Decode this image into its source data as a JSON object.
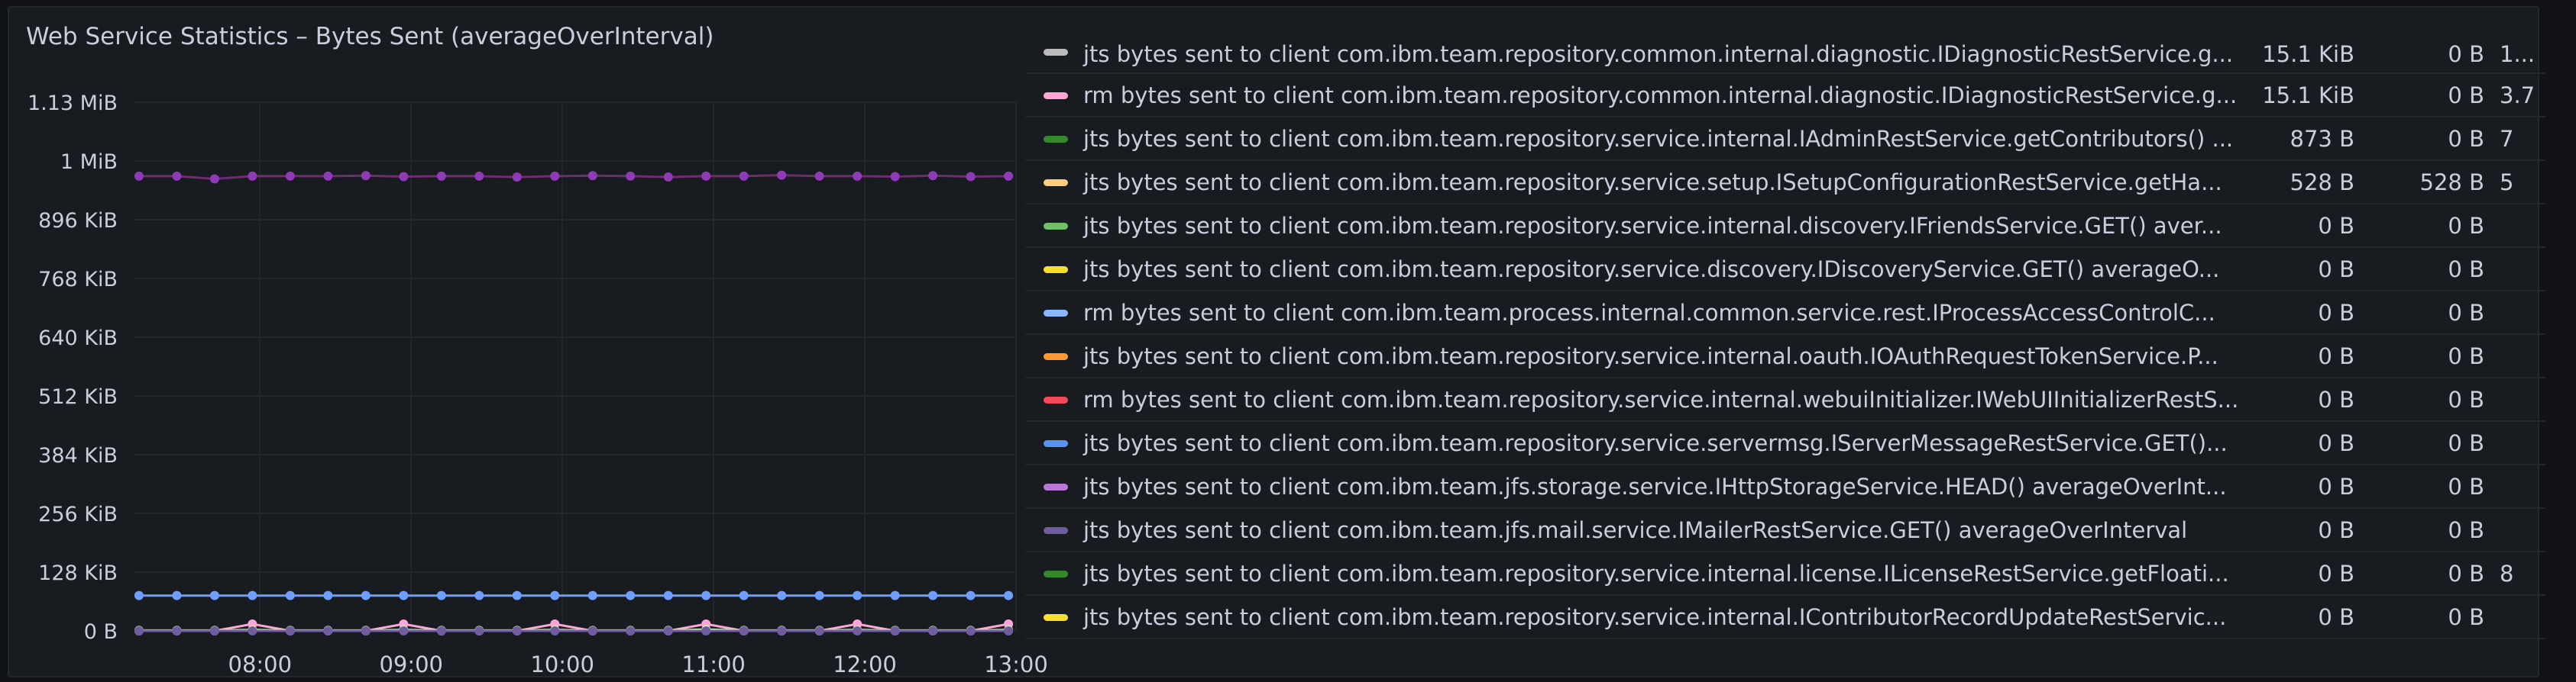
{
  "panel": {
    "title": "Web Service Statistics – Bytes Sent (averageOverInterval)"
  },
  "colors": {
    "background": "#111217",
    "panel": "#181b1f",
    "grid": "#24262c",
    "text": "#ccccdc"
  },
  "chart_data": {
    "type": "line",
    "title": "",
    "xlabel": "",
    "ylabel": "",
    "y_ticks": [
      "1.13 MiB",
      "1 MiB",
      "896 KiB",
      "768 KiB",
      "640 KiB",
      "512 KiB",
      "384 KiB",
      "256 KiB",
      "128 KiB",
      "0 B"
    ],
    "y_tick_values": [
      1152,
      1024,
      896,
      768,
      640,
      512,
      384,
      256,
      128,
      0
    ],
    "ylim": [
      0,
      1152
    ],
    "x_ticks": [
      "08:00",
      "09:00",
      "10:00",
      "11:00",
      "12:00",
      "13:00"
    ],
    "x_tick_positions": [
      8,
      9,
      10,
      11,
      12,
      13
    ],
    "xlim": [
      7.17,
      13.0
    ],
    "grid": true,
    "series": [
      {
        "name": "jts bytes sent to client com.ibm.team.repository.common.internal.diagnostic.IDiagnosticRestService",
        "color": "#8f3bb8",
        "line_color": "#702c6e",
        "x": [
          7.2,
          7.45,
          7.7,
          7.95,
          8.2,
          8.45,
          8.7,
          8.95,
          9.2,
          9.45,
          9.7,
          9.95,
          10.2,
          10.45,
          10.7,
          10.95,
          11.2,
          11.45,
          11.7,
          11.95,
          12.2,
          12.45,
          12.7,
          12.95
        ],
        "values": [
          991,
          991,
          985,
          991,
          991,
          991,
          992,
          990,
          991,
          991,
          989,
          991,
          992,
          991,
          989,
          991,
          991,
          993,
          991,
          991,
          990,
          992,
          990,
          991
        ]
      },
      {
        "name": "jts bytes sent to client com.ibm.team.jfs.storage.service.IHttpStorageService",
        "color": "#6e9fff",
        "x": [
          7.2,
          7.45,
          7.7,
          7.95,
          8.2,
          8.45,
          8.7,
          8.95,
          9.2,
          9.45,
          9.7,
          9.95,
          10.2,
          10.45,
          10.7,
          10.95,
          11.2,
          11.45,
          11.7,
          11.95,
          12.2,
          12.45,
          12.7,
          12.95
        ],
        "values": [
          77,
          77,
          77,
          77,
          77,
          77,
          77,
          77,
          77,
          77,
          77,
          77,
          77,
          77,
          77,
          77,
          77,
          77,
          77,
          77,
          77,
          77,
          77,
          77
        ]
      },
      {
        "name": "rm bytes sent to client com.ibm.team.repository.common.internal.diagnostic.IDiagnosticRestService",
        "color": "#ffa6d6",
        "x": [
          7.2,
          7.45,
          7.7,
          7.95,
          8.2,
          8.45,
          8.7,
          8.95,
          9.2,
          9.45,
          9.7,
          9.95,
          10.2,
          10.45,
          10.7,
          10.95,
          11.2,
          11.45,
          11.7,
          11.95,
          12.2,
          12.45,
          12.7,
          12.95
        ],
        "values": [
          0,
          0,
          0,
          15,
          0,
          0,
          0,
          15,
          0,
          0,
          0,
          15,
          0,
          0,
          0,
          15,
          0,
          0,
          0,
          15,
          0,
          0,
          0,
          15
        ]
      },
      {
        "name": "jts bytes sent to client com.ibm.team.repository.service.setup.ISetupConfigurationRestService",
        "color": "#c8f2c2",
        "x": [
          7.2,
          7.45,
          7.7,
          7.95,
          8.2,
          8.45,
          8.7,
          8.95,
          9.2,
          9.45,
          9.7,
          9.95,
          10.2,
          10.45,
          10.7,
          10.95,
          11.2,
          11.45,
          11.7,
          11.95,
          12.2,
          12.45,
          12.7,
          12.95
        ],
        "values": [
          1,
          1,
          1,
          2,
          1,
          1,
          1,
          2,
          1,
          1,
          1,
          2,
          1,
          1,
          1,
          3,
          1,
          1,
          1,
          2,
          1,
          1,
          1,
          2
        ]
      },
      {
        "name": "jts bytes sent to client com.ibm.team.jfs.mail.service.IMailerRestService",
        "color": "#705da0",
        "x": [
          7.2,
          7.45,
          7.7,
          7.95,
          8.2,
          8.45,
          8.7,
          8.95,
          9.2,
          9.45,
          9.7,
          9.95,
          10.2,
          10.45,
          10.7,
          10.95,
          11.2,
          11.45,
          11.7,
          11.95,
          12.2,
          12.45,
          12.7,
          12.95
        ],
        "values": [
          0,
          0,
          0,
          0,
          0,
          0,
          0,
          0,
          0,
          0,
          0,
          0,
          0,
          0,
          0,
          0,
          0,
          0,
          0,
          0,
          0,
          0,
          0,
          0
        ]
      }
    ]
  },
  "legend": {
    "rows": [
      {
        "color": "#bbbbbb",
        "name": "jts bytes sent to client com.ibm.team.repository.common.internal.diagnostic.IDiagnosticRestService.g...",
        "v1": "15.1 KiB",
        "v2": "0 B",
        "v3": "1..."
      },
      {
        "color": "#ffa6d6",
        "name": "rm bytes sent to client com.ibm.team.repository.common.internal.diagnostic.IDiagnosticRestService.g...",
        "v1": "15.1 KiB",
        "v2": "0 B",
        "v3": "3.7"
      },
      {
        "color": "#37872d",
        "name": "jts bytes sent to client com.ibm.team.repository.service.internal.IAdminRestService.getContributors() ...",
        "v1": "873 B",
        "v2": "0 B",
        "v3": "7"
      },
      {
        "color": "#ffcb7d",
        "name": "jts bytes sent to client com.ibm.team.repository.service.setup.ISetupConfigurationRestService.getHa...",
        "v1": "528 B",
        "v2": "528 B",
        "v3": "5"
      },
      {
        "color": "#73bf69",
        "name": "jts bytes sent to client com.ibm.team.repository.service.internal.discovery.IFriendsService.GET() aver...",
        "v1": "0 B",
        "v2": "0 B",
        "v3": ""
      },
      {
        "color": "#fade2a",
        "name": "jts bytes sent to client com.ibm.team.repository.service.discovery.IDiscoveryService.GET() averageO...",
        "v1": "0 B",
        "v2": "0 B",
        "v3": ""
      },
      {
        "color": "#8ab8ff",
        "name": "rm bytes sent to client com.ibm.team.process.internal.common.service.rest.IProcessAccessControlC...",
        "v1": "0 B",
        "v2": "0 B",
        "v3": ""
      },
      {
        "color": "#ff9830",
        "name": "jts bytes sent to client com.ibm.team.repository.service.internal.oauth.IOAuthRequestTokenService.P...",
        "v1": "0 B",
        "v2": "0 B",
        "v3": ""
      },
      {
        "color": "#f2495c",
        "name": "rm bytes sent to client com.ibm.team.repository.service.internal.webuiInitializer.IWebUIInitializerRestS...",
        "v1": "0 B",
        "v2": "0 B",
        "v3": ""
      },
      {
        "color": "#5794f2",
        "name": "jts bytes sent to client com.ibm.team.repository.service.servermsg.IServerMessageRestService.GET()...",
        "v1": "0 B",
        "v2": "0 B",
        "v3": ""
      },
      {
        "color": "#b877d9",
        "name": "jts bytes sent to client com.ibm.team.jfs.storage.service.IHttpStorageService.HEAD() averageOverInt...",
        "v1": "0 B",
        "v2": "0 B",
        "v3": ""
      },
      {
        "color": "#705da0",
        "name": "jts bytes sent to client com.ibm.team.jfs.mail.service.IMailerRestService.GET() averageOverInterval",
        "v1": "0 B",
        "v2": "0 B",
        "v3": ""
      },
      {
        "color": "#37872d",
        "name": "jts bytes sent to client com.ibm.team.repository.service.internal.license.ILicenseRestService.getFloati...",
        "v1": "0 B",
        "v2": "0 B",
        "v3": "8"
      },
      {
        "color": "#fade2a",
        "name": "jts bytes sent to client com.ibm.team.repository.service.internal.IContributorRecordUpdateRestServic...",
        "v1": "0 B",
        "v2": "0 B",
        "v3": ""
      }
    ]
  }
}
